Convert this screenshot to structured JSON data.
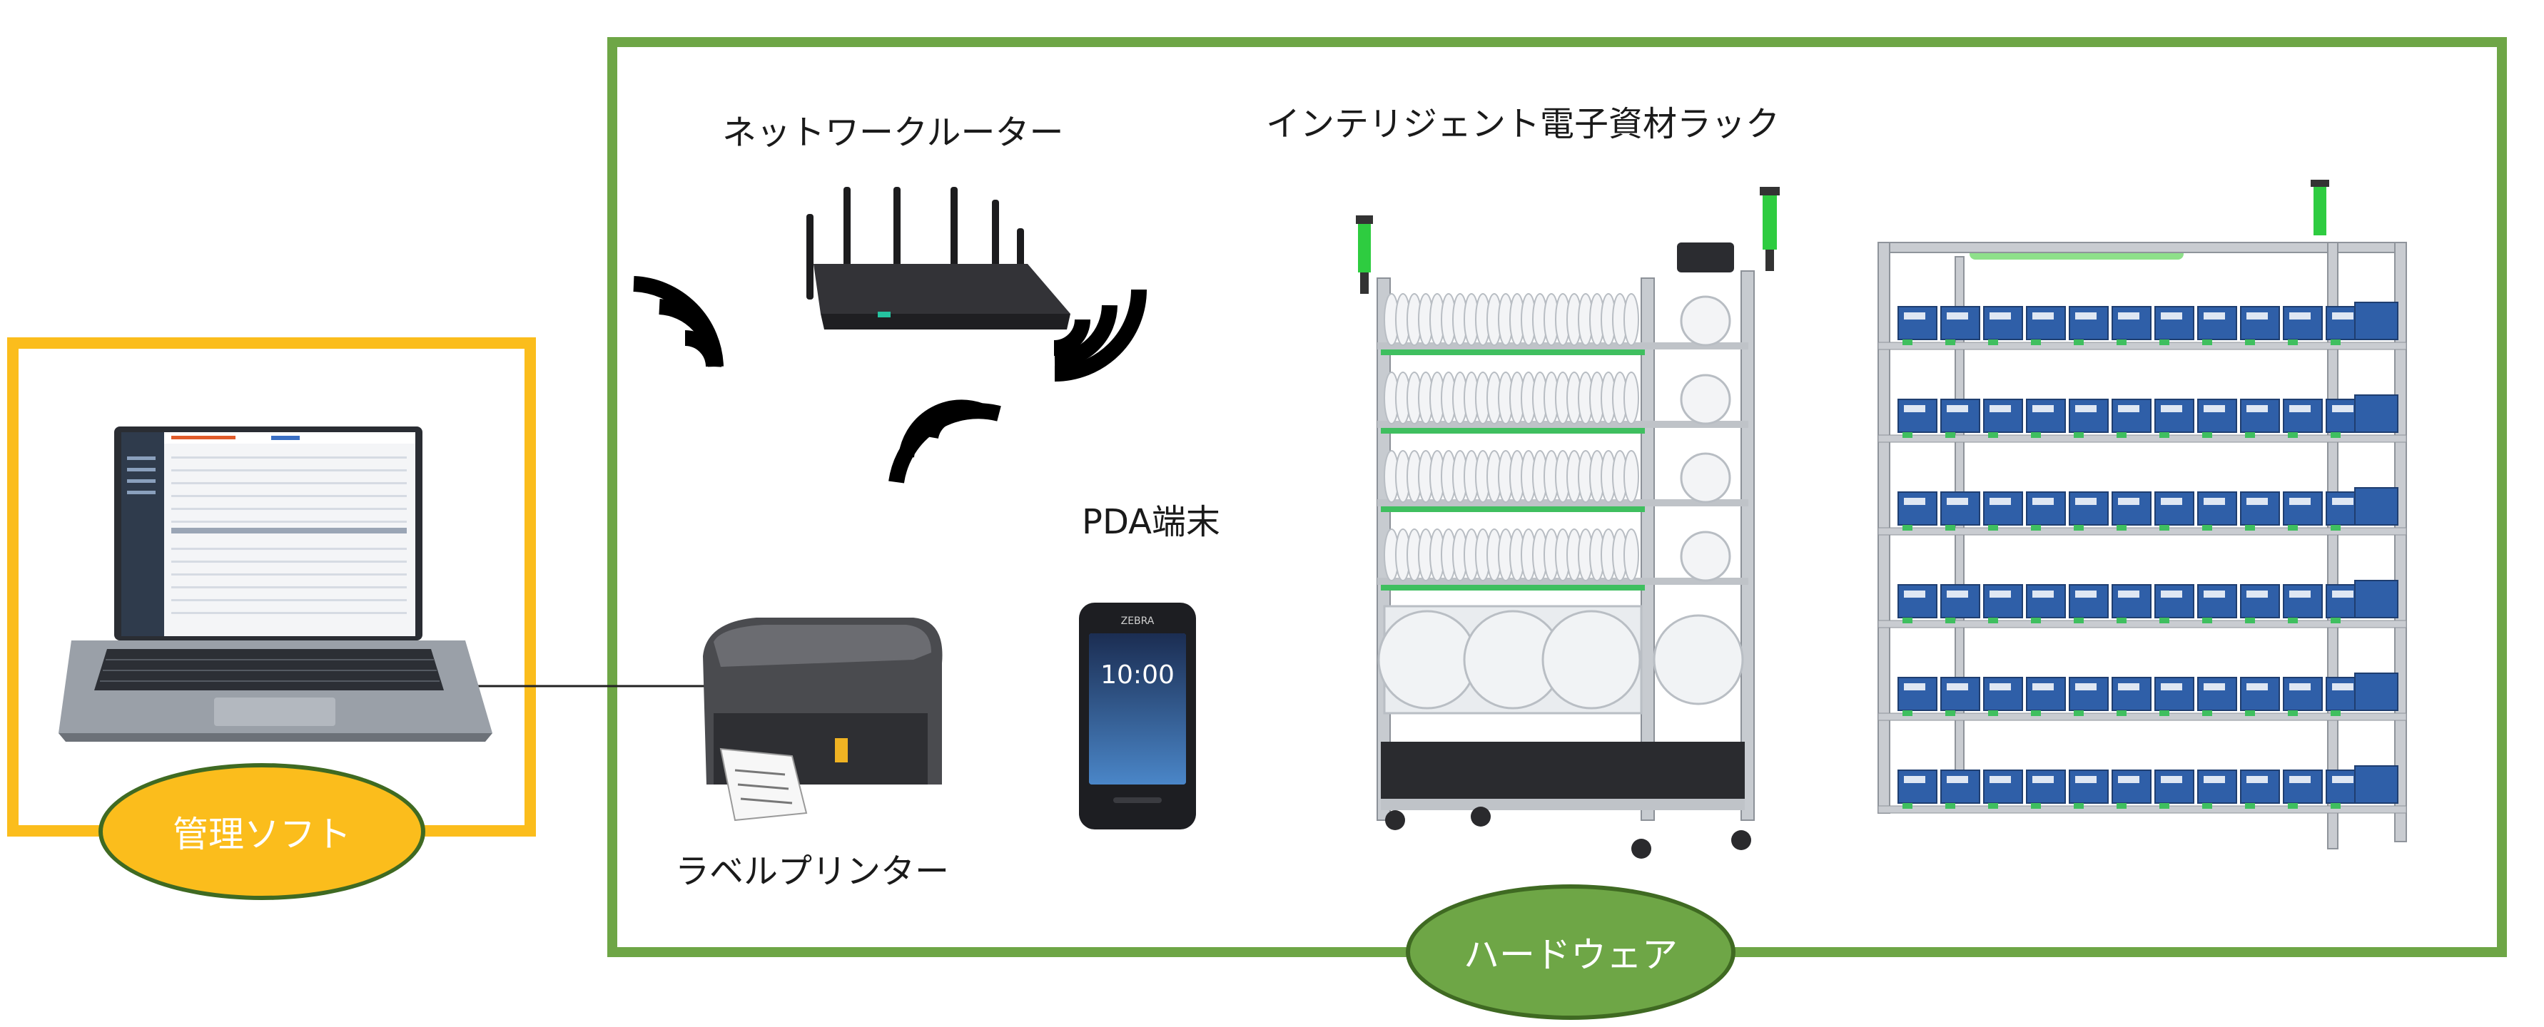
{
  "labels": {
    "router": "ネットワークルーター",
    "rack": "インテリジェント電子資材ラック",
    "pda": "PDA端末",
    "printer": "ラベルプリンター",
    "software": "管理ソフト",
    "hardware": "ハードウェア"
  },
  "pda_screen": {
    "brand": "ZEBRA",
    "time": "10:00"
  },
  "colors": {
    "software_accent": "#fbbd1c",
    "hardware_accent": "#6ea646",
    "ellipse_border": "#3f6a22",
    "ellipse_text": "#ffffff",
    "tower_light": "#2ecc40",
    "bin_blue": "#2f5fa8"
  },
  "icons": [
    "laptop-icon",
    "router-icon",
    "wifi-signal-icon",
    "label-printer-icon",
    "pda-icon",
    "reel-rack-icon",
    "bin-rack-icon"
  ]
}
